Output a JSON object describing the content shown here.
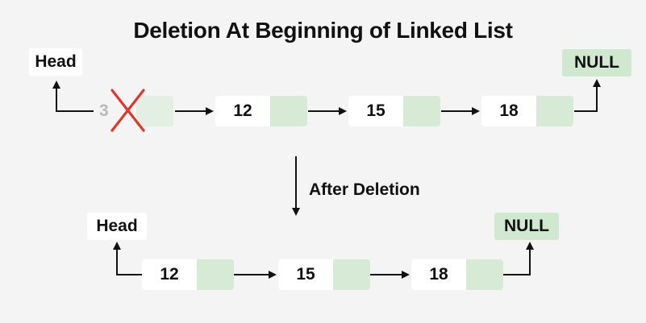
{
  "title": "Deletion At Beginning of Linked List",
  "before": {
    "head_label": "Head",
    "null_label": "NULL",
    "nodes": [
      {
        "value": "3",
        "deleted": true
      },
      {
        "value": "12"
      },
      {
        "value": "15"
      },
      {
        "value": "18"
      }
    ]
  },
  "transition_label": "After Deletion",
  "after": {
    "head_label": "Head",
    "null_label": "NULL",
    "nodes": [
      {
        "value": "12"
      },
      {
        "value": "15"
      },
      {
        "value": "18"
      }
    ]
  },
  "colors": {
    "pointer_cell": "#d6ead6",
    "null_box": "#cfe8cf",
    "delete_mark": "#e0362e"
  }
}
